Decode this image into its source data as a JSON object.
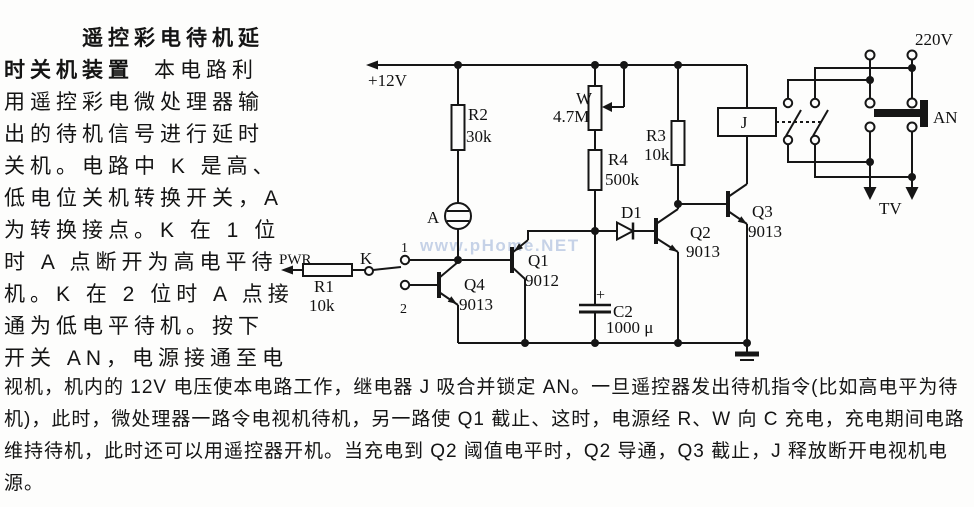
{
  "description": {
    "title_line_1": "遥控彩电待机延",
    "title_line_2": "时关机装置",
    "body_after_title": "本电路利",
    "left_lines": [
      "用遥控彩电微处理器输",
      "出的待机信号进行延时",
      "关机。电路中 K 是高、",
      "低电位关机转换开关，A",
      "为转换接点。K 在 1 位",
      "时 A 点断开为高电平待",
      "机。K 在 2 位时 A 点接",
      "通为低电平待机。按下",
      "开关 AN，电源接通至电"
    ],
    "bottom_lines": [
      "视机，机内的 12V 电压使本电路工作，继电器 J 吸合并锁定 AN。一旦遥控器发出待机指令(比如高电平为待",
      "机)，此时，微处理器一路令电视机待机，另一路使 Q1 截止、这时，电源经 R、W 向 C 充电，充电期间电路",
      "维持待机，此时还可以用遥控器开机。当充电到 Q2 阈值电平时，Q2 导通，Q3 截止，J 释放断开电视机电",
      "源。"
    ]
  },
  "watermark": "www.pHome.NET",
  "circuit": {
    "supply": "+12V",
    "pwr": "PWR",
    "r1_name": "R1",
    "r1_value": "10k",
    "r2_name": "R2",
    "r2_value": "30k",
    "r3_name": "R3",
    "r3_value": "10k",
    "r4_name": "R4",
    "r4_value": "500k",
    "w_name": "W",
    "w_value": "4.7M",
    "c2_name": "C2",
    "c2_value": "1000 μ",
    "c2_polarity": "+",
    "d1_name": "D1",
    "q1_name": "Q1",
    "q1_part": "9012",
    "q2_name": "Q2",
    "q2_part": "9013",
    "q3_name": "Q3",
    "q3_part": "9013",
    "q4_name": "Q4",
    "q4_part": "9013",
    "k_label": "K",
    "k_pos1": "1",
    "k_pos2": "2",
    "a_label": "A",
    "relay_label": "J",
    "an_label": "AN",
    "mains_label": "220V",
    "tv_label": "TV"
  }
}
